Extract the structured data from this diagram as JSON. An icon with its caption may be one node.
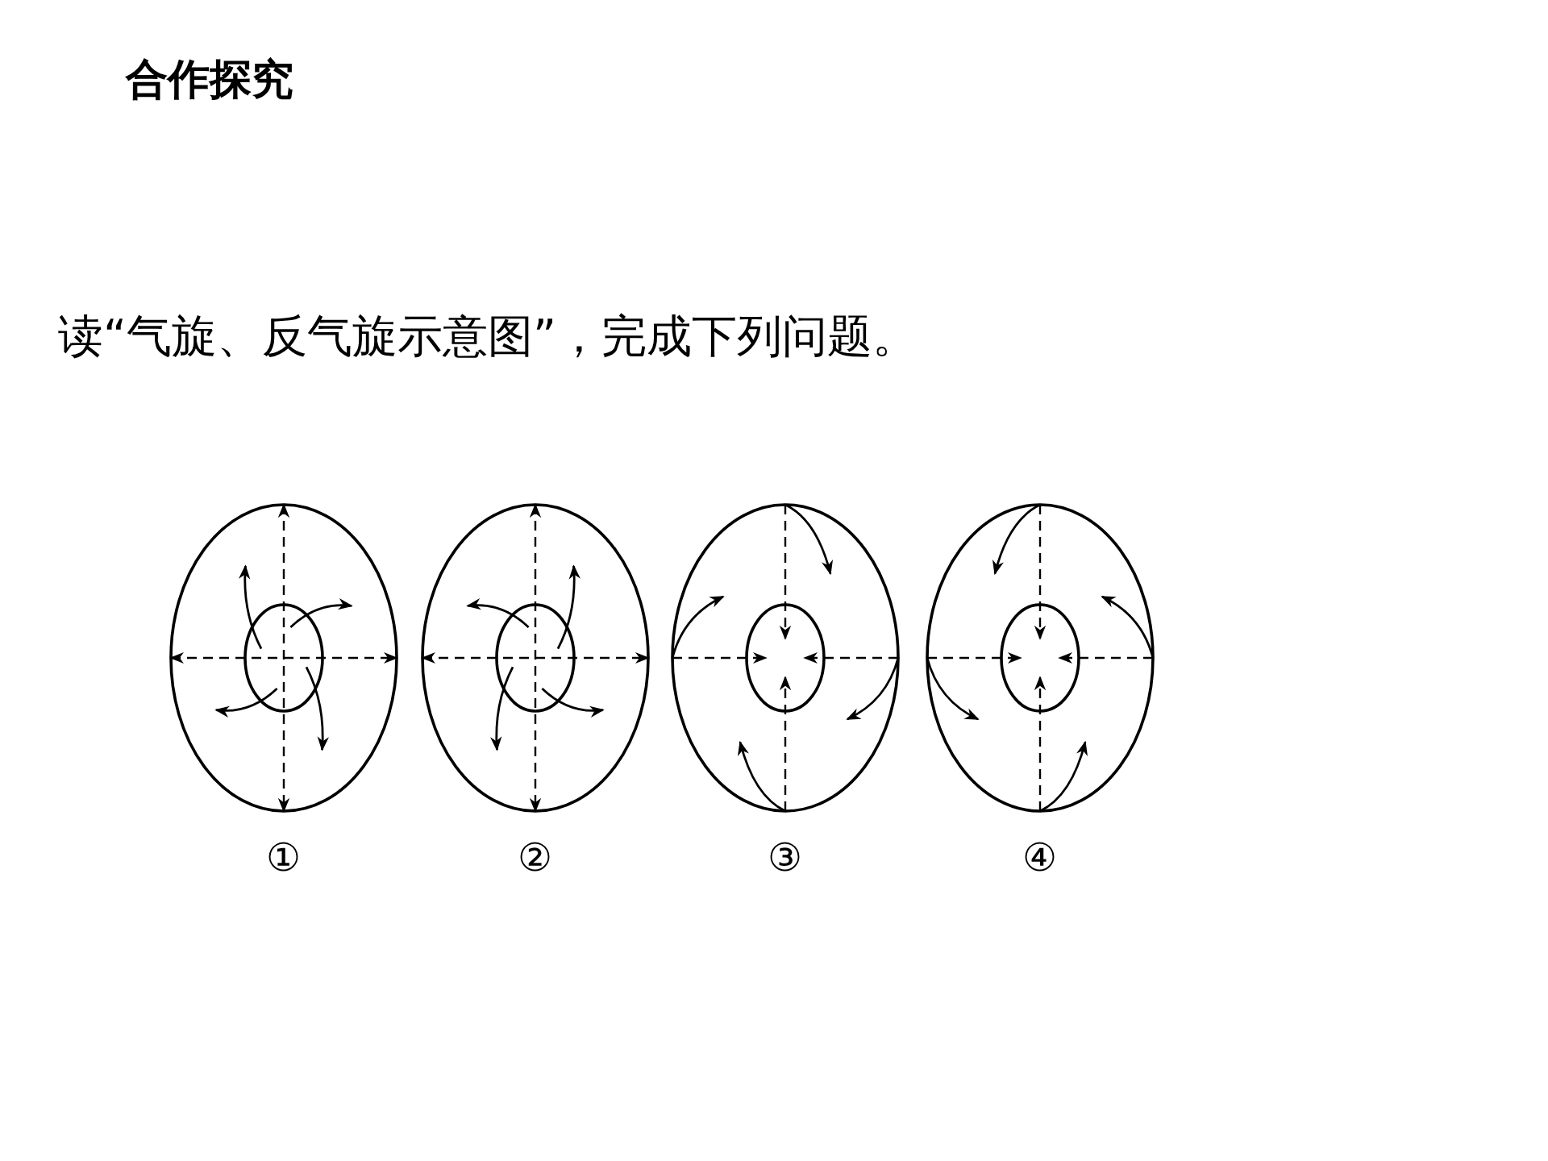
{
  "diagram": {
    "title": "合作探究",
    "labels": [
      "读“气旋、反气旋示意图”，完成下列问题。",
      "①",
      "②",
      "③",
      "④"
    ]
  }
}
